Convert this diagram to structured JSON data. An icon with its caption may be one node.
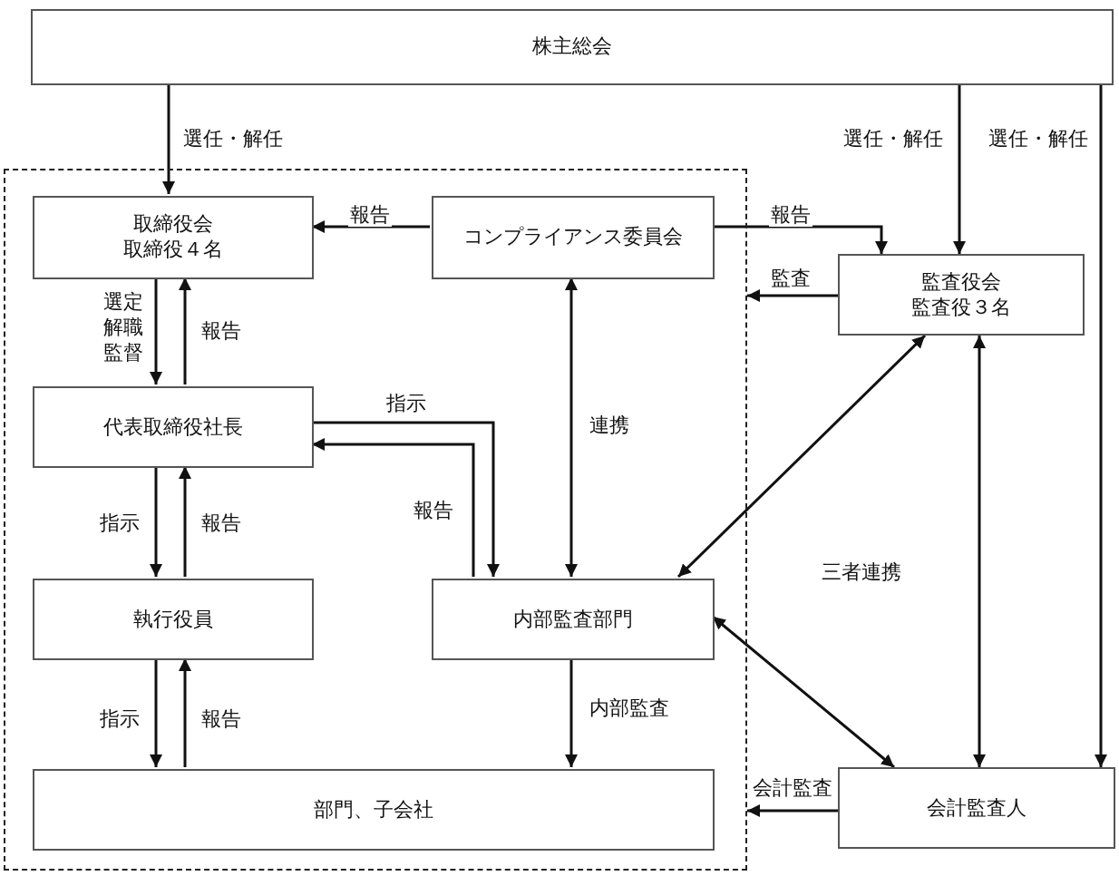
{
  "diagram": {
    "nodes": [
      {
        "text": [
          "株主総会"
        ]
      },
      {
        "text": [],
        "shape": "box"
      },
      {
        "text": [
          "取締役会",
          "取締役４名"
        ],
        "in": 1
      },
      {
        "text": [
          "コンプライアンス委員会"
        ],
        "in": 1
      },
      {
        "text": [
          "代表取締役社長"
        ],
        "in": 1
      },
      {
        "text": [
          "執行役員"
        ],
        "in": 1
      },
      {
        "text": [
          "内部監査部門"
        ],
        "in": 1
      },
      {
        "text": [
          "部門、子会社"
        ],
        "in": 1
      },
      {
        "text": [
          "監査役会",
          "監査役３名"
        ]
      },
      {
        "text": [
          "会計監査人"
        ]
      }
    ],
    "edges": [
      {
        "from": 0,
        "to": 2,
        "arrow": "to",
        "label": "選任・解任"
      },
      {
        "from": 0,
        "to": 8,
        "arrow": "to",
        "label": "選任・解任"
      },
      {
        "from": 0,
        "to": 9,
        "arrow": "to",
        "label": "選任・解任"
      },
      {
        "from": 3,
        "to": 2,
        "arrow": "to",
        "label": "報告"
      },
      {
        "from": 3,
        "to": 8,
        "arrow": "to",
        "label": "報告"
      },
      {
        "from": 8,
        "to": 1,
        "arrow": "to",
        "label": "監査"
      },
      {
        "from": 2,
        "to": 4,
        "arrow": "to",
        "label": "選定解職監督"
      },
      {
        "from": 4,
        "to": 2,
        "arrow": "to",
        "label": "報告"
      },
      {
        "from": 4,
        "to": 6,
        "arrow": "to",
        "label": "指示"
      },
      {
        "from": 6,
        "to": 4,
        "arrow": "to",
        "label": "報告"
      },
      {
        "from": 6,
        "to": 3,
        "arrow": "both",
        "label": "連携"
      },
      {
        "from": 4,
        "to": 5,
        "arrow": "to",
        "label": "指示"
      },
      {
        "from": 5,
        "to": 4,
        "arrow": "to",
        "label": "報告"
      },
      {
        "from": 5,
        "to": 7,
        "arrow": "to",
        "label": "指示"
      },
      {
        "from": 7,
        "to": 5,
        "arrow": "to",
        "label": "報告"
      },
      {
        "from": 6,
        "to": 7,
        "arrow": "to",
        "label": "内部監査"
      },
      {
        "from": 8,
        "to": 6,
        "arrow": "both"
      },
      {
        "from": 6,
        "to": 9,
        "arrow": "both"
      },
      {
        "from": 8,
        "to": 9,
        "arrow": "both"
      },
      {
        "from": 9,
        "to": 1,
        "arrow": "to",
        "label": "会計監査"
      }
    ],
    "labels": [
      "三者連携"
    ]
  }
}
